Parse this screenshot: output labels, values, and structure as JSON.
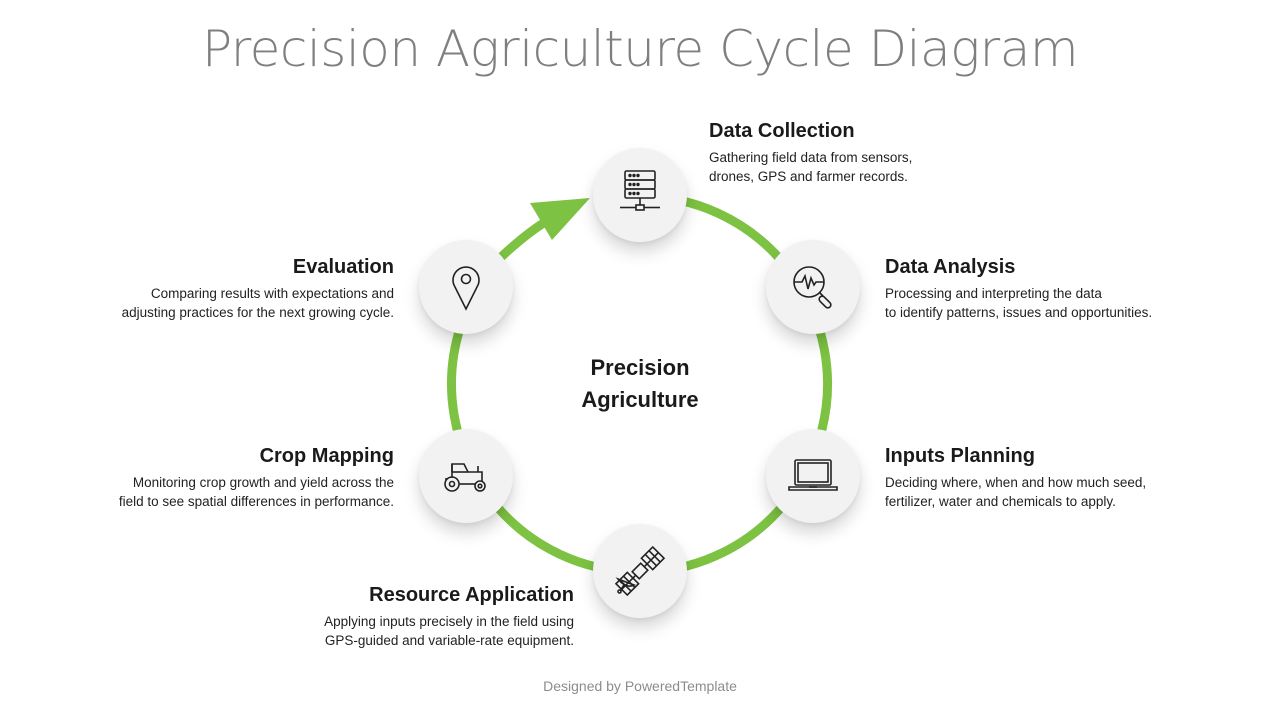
{
  "slide": {
    "title": "Precision Agriculture Cycle Diagram",
    "center_label_line1": "Precision",
    "center_label_line2": "Agriculture",
    "footer": "Designed by PoweredTemplate"
  },
  "colors": {
    "ring": "#7dc242",
    "node_fill": "#f2f2f2",
    "title": "#7f7f7f",
    "footer": "#8c8c8c",
    "icon_stroke": "#222222"
  },
  "steps": [
    {
      "title": "Data Collection",
      "line1": "Gathering field data from sensors,",
      "line2": "drones, GPS and farmer records.",
      "icon": "server-network-icon"
    },
    {
      "title": "Data Analysis",
      "line1": "Processing and interpreting the data",
      "line2": "to identify patterns, issues and opportunities.",
      "icon": "magnifier-pulse-icon"
    },
    {
      "title": "Inputs Planning",
      "line1": "Deciding where, when and how much seed,",
      "line2": "fertilizer, water and chemicals to apply.",
      "icon": "laptop-icon"
    },
    {
      "title": "Resource Application",
      "line1": "Applying inputs precisely in the field using",
      "line2": "GPS-guided and variable-rate equipment.",
      "icon": "satellite-icon"
    },
    {
      "title": "Crop Mapping",
      "line1": "Monitoring crop growth and yield across the",
      "line2": "field to see spatial differences in performance.",
      "icon": "tractor-icon"
    },
    {
      "title": "Evaluation",
      "line1": "Comparing results with expectations and",
      "line2": "adjusting practices for the next growing cycle.",
      "icon": "map-pin-icon"
    }
  ]
}
